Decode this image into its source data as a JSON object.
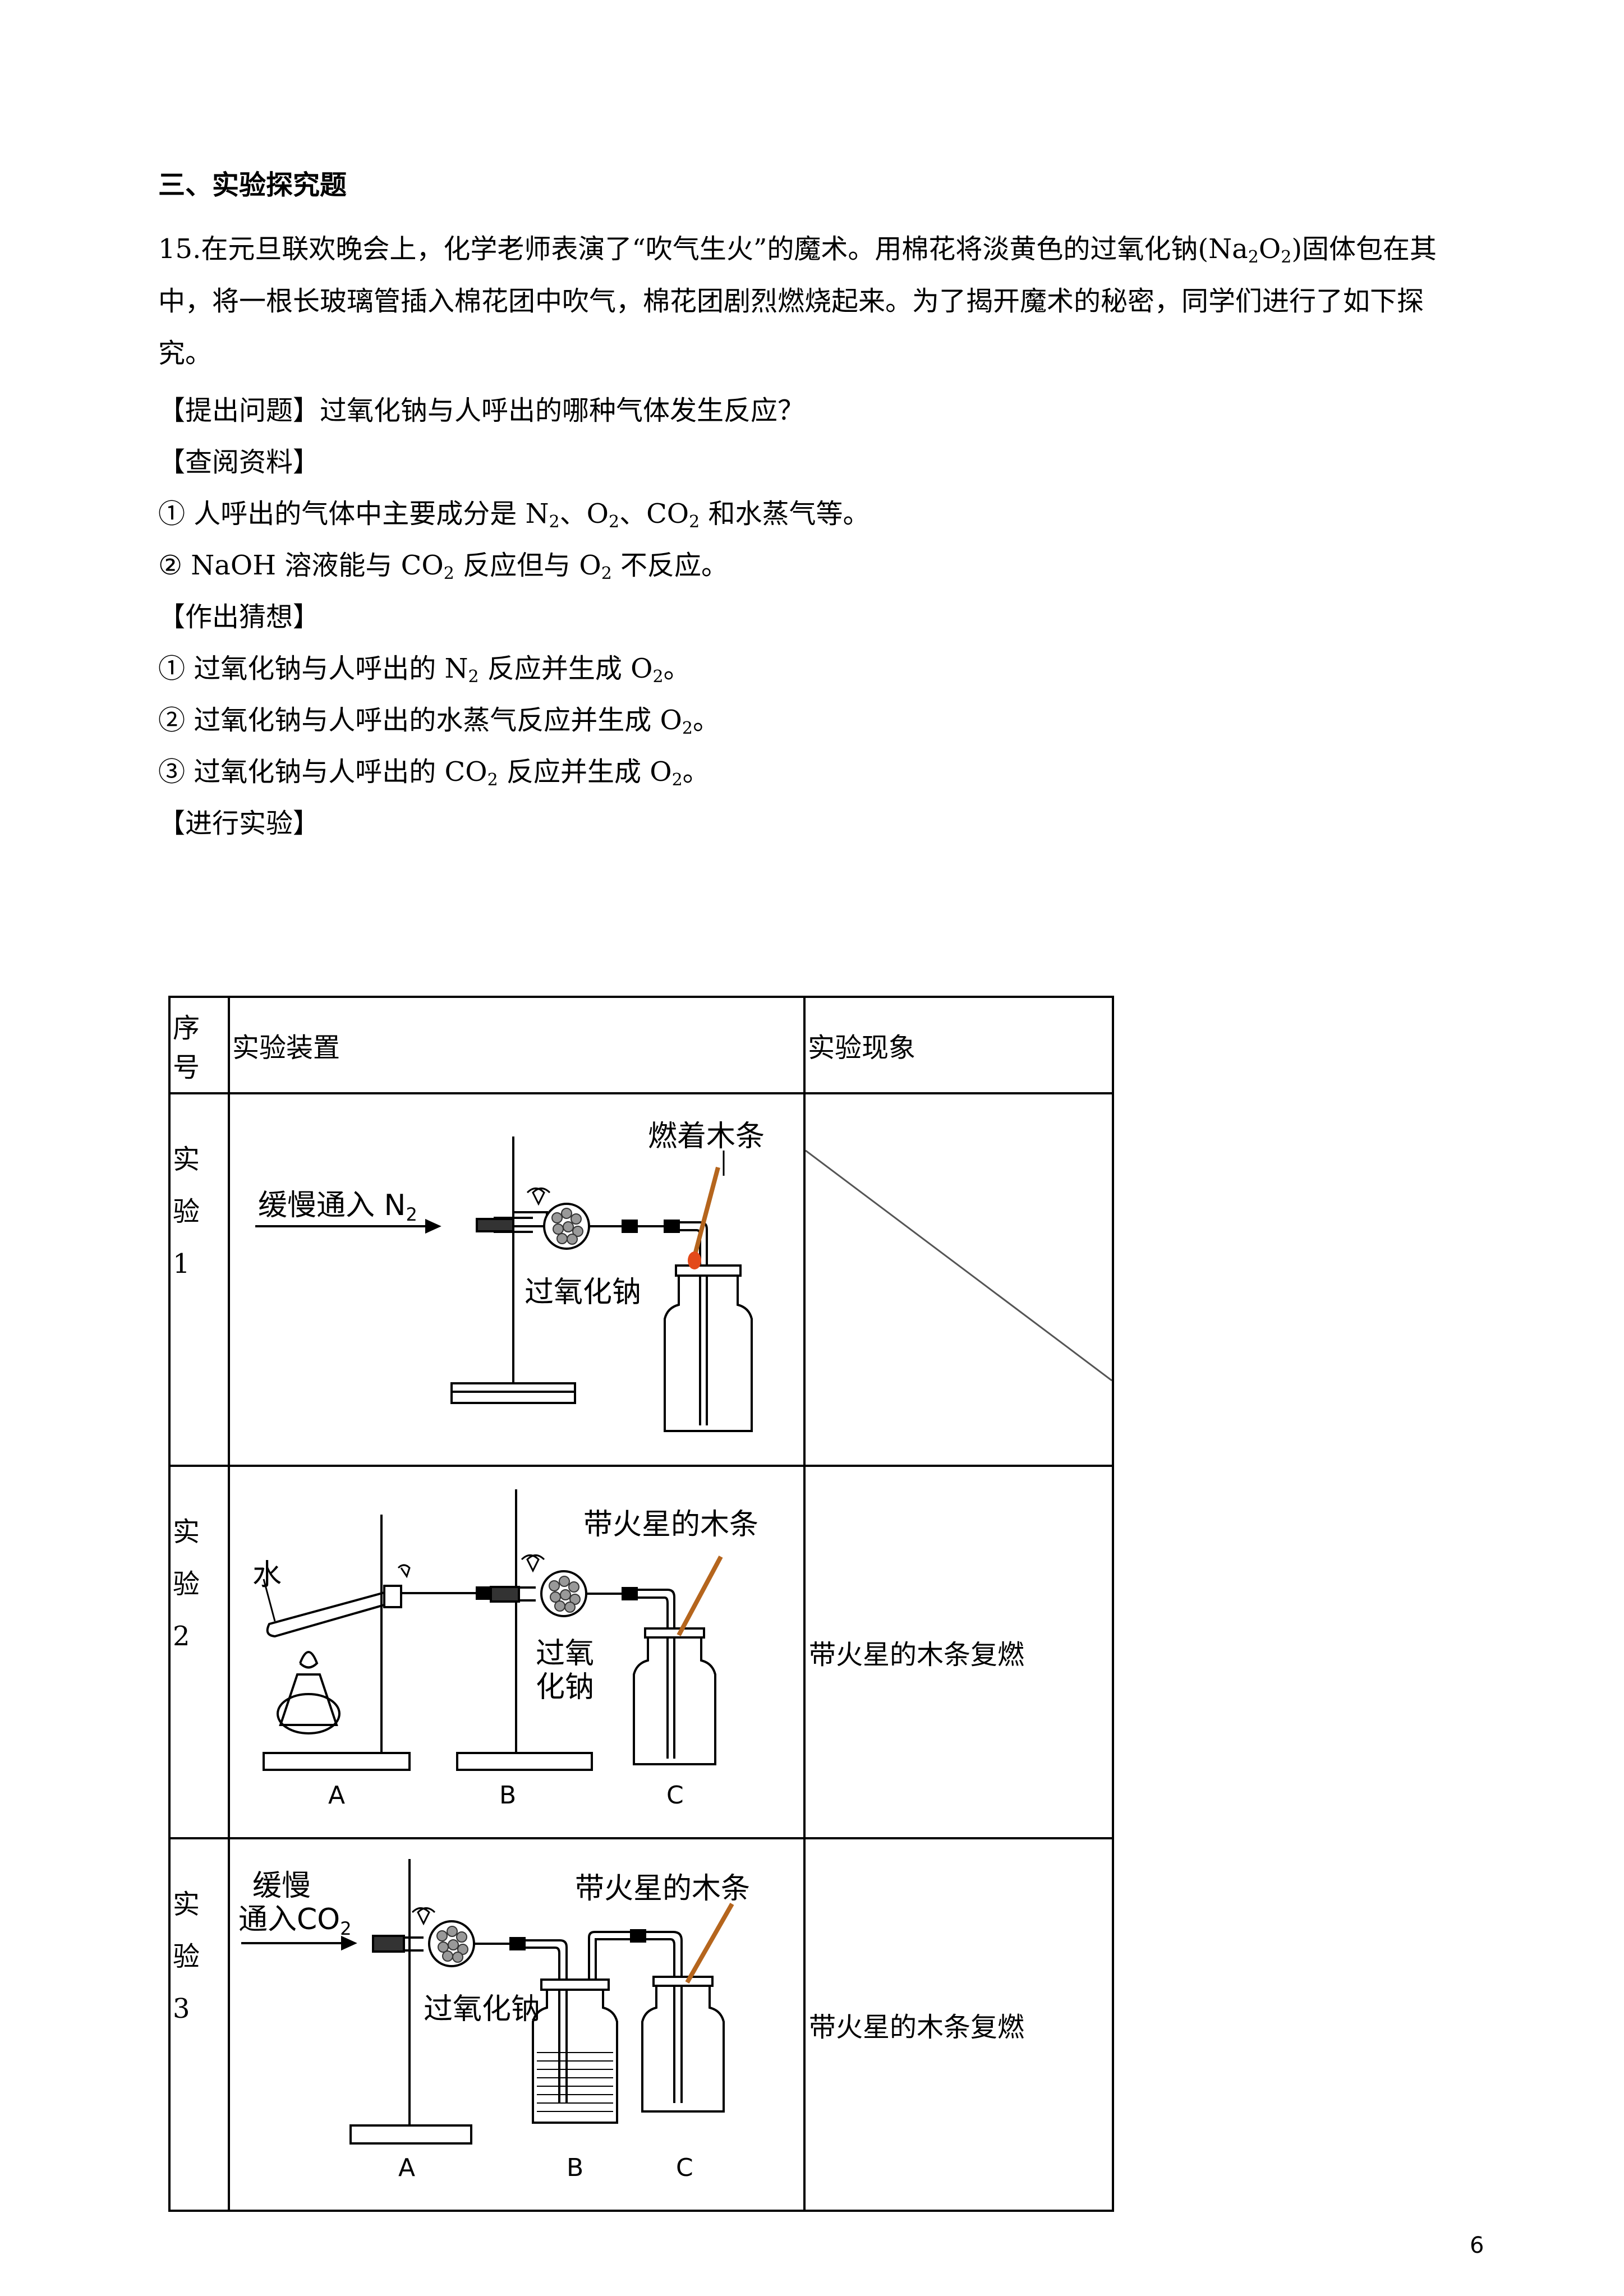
{
  "section_title": "三、实验探究题",
  "question": {
    "number_text": "15.在元旦联欢晚会上，化学老师表演了“吹气生火”的魔术。用棉花将淡黄色的过氧化钠(Na",
    "formula_sub1": "2",
    "formula_mid": "O",
    "formula_sub2": "2",
    "text_after_formula": ")固体包在其中，将一根长玻璃管插入棉花团中吹气，棉花团剧烈燃烧起来。为了揭开魔术的秘密，同学们进行了如下探究。"
  },
  "lines": {
    "problem": "【提出问题】过氧化钠与人呼出的哪种气体发生反应？",
    "reference_head": "【查阅资料】",
    "ref1_a": "① 人呼出的气体中主要成分是 N",
    "ref1_b": "、O",
    "ref1_c": "、CO",
    "ref1_d": " 和水蒸气等。",
    "ref2_a": "② NaOH 溶液能与 CO",
    "ref2_b": " 反应但与 O",
    "ref2_c": " 不反应。",
    "hypo_head": "【作出猜想】",
    "hypo1_a": "① 过氧化钠与人呼出的 N",
    "hypo1_b": " 反应并生成 O",
    "hypo2_a": "② 过氧化钠与人呼出的水蒸气反应并生成 O",
    "hypo3_a": "③ 过氧化钠与人呼出的 CO",
    "hypo3_b": " 反应并生成 O",
    "period": "。",
    "sub2": "2",
    "exp_head": "【进行实验】"
  },
  "table": {
    "headers": [
      "序号",
      "实验装置",
      "实验现象"
    ],
    "rows": [
      {
        "seq": [
          "实",
          "验",
          "1"
        ],
        "phenomenon": ""
      },
      {
        "seq": [
          "实",
          "验",
          "2"
        ],
        "phenomenon": "带火星的木条复燃"
      },
      {
        "seq": [
          "实",
          "验",
          "3"
        ],
        "phenomenon": "带火星的木条复燃"
      }
    ]
  },
  "diagrams": {
    "d1": {
      "inlet": "缓慢通入 N",
      "inlet_sub": "2",
      "reagent": "过氧化钠",
      "splint": "燃着木条"
    },
    "d2": {
      "water": "水",
      "reagent_a": "过氧",
      "reagent_b": "化钠",
      "splint": "带火星的木条",
      "labels": [
        "A",
        "B",
        "C"
      ]
    },
    "d3": {
      "inlet_a": "缓慢",
      "inlet_b": "通入CO",
      "inlet_sub": "2",
      "reagent": "过氧化钠",
      "splint": "带火星的木条",
      "labels": [
        "A",
        "B",
        "C"
      ]
    }
  },
  "page_number": "6"
}
